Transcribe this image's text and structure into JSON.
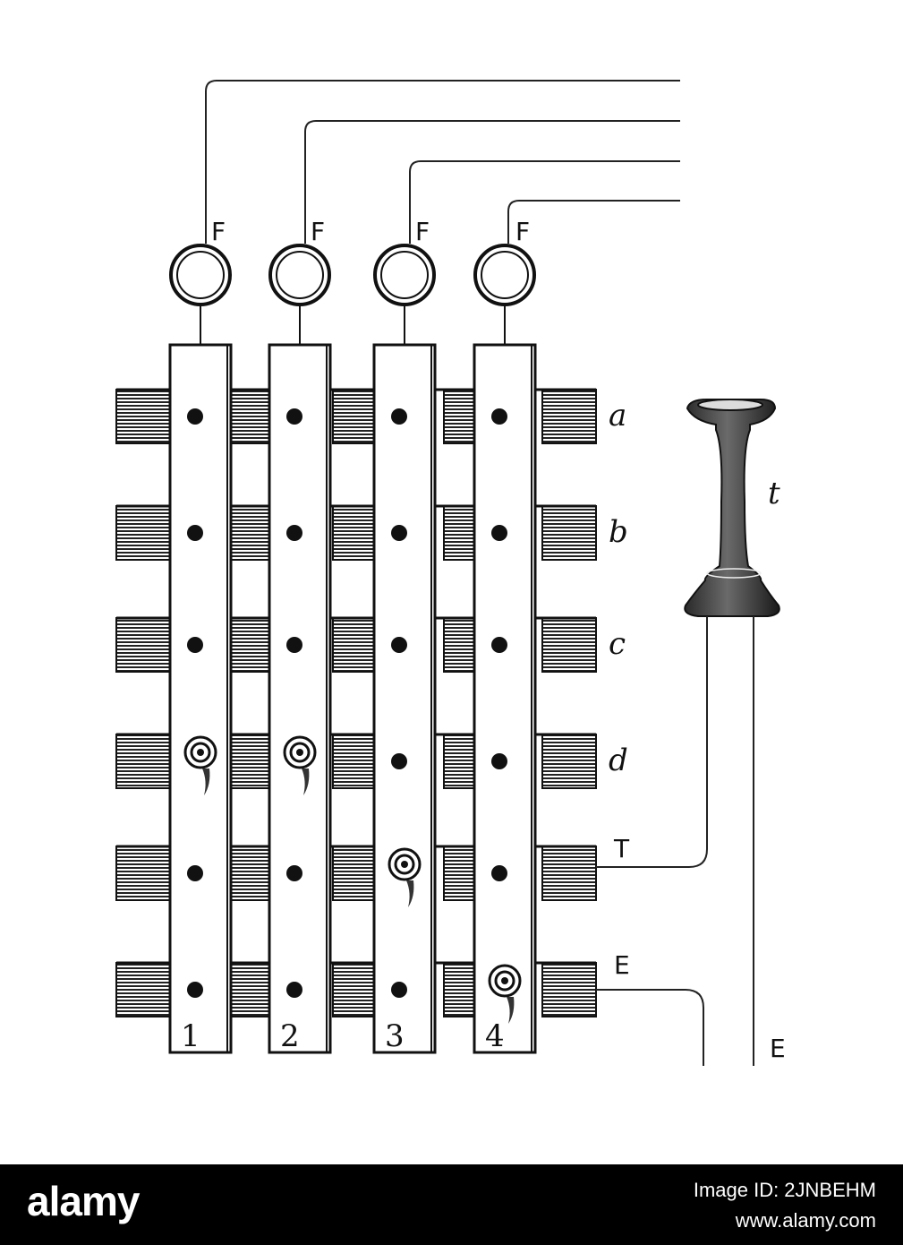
{
  "diagram": {
    "jack_labels": [
      "F",
      "F",
      "F",
      "F"
    ],
    "row_labels": [
      "a",
      "b",
      "c",
      "d",
      "T",
      "E"
    ],
    "bar_labels": [
      "1",
      "2",
      "3",
      "4"
    ],
    "receiver_label": "t",
    "earth_label": "E",
    "plugs": [
      {
        "bar": 1,
        "row": "d"
      },
      {
        "bar": 2,
        "row": "d"
      },
      {
        "bar": 3,
        "row": "T"
      },
      {
        "bar": 4,
        "row": "E"
      }
    ]
  },
  "footer": {
    "logo": "alamy",
    "image_id": "Image ID: 2JNBEHM",
    "url": "www.alamy.com"
  }
}
